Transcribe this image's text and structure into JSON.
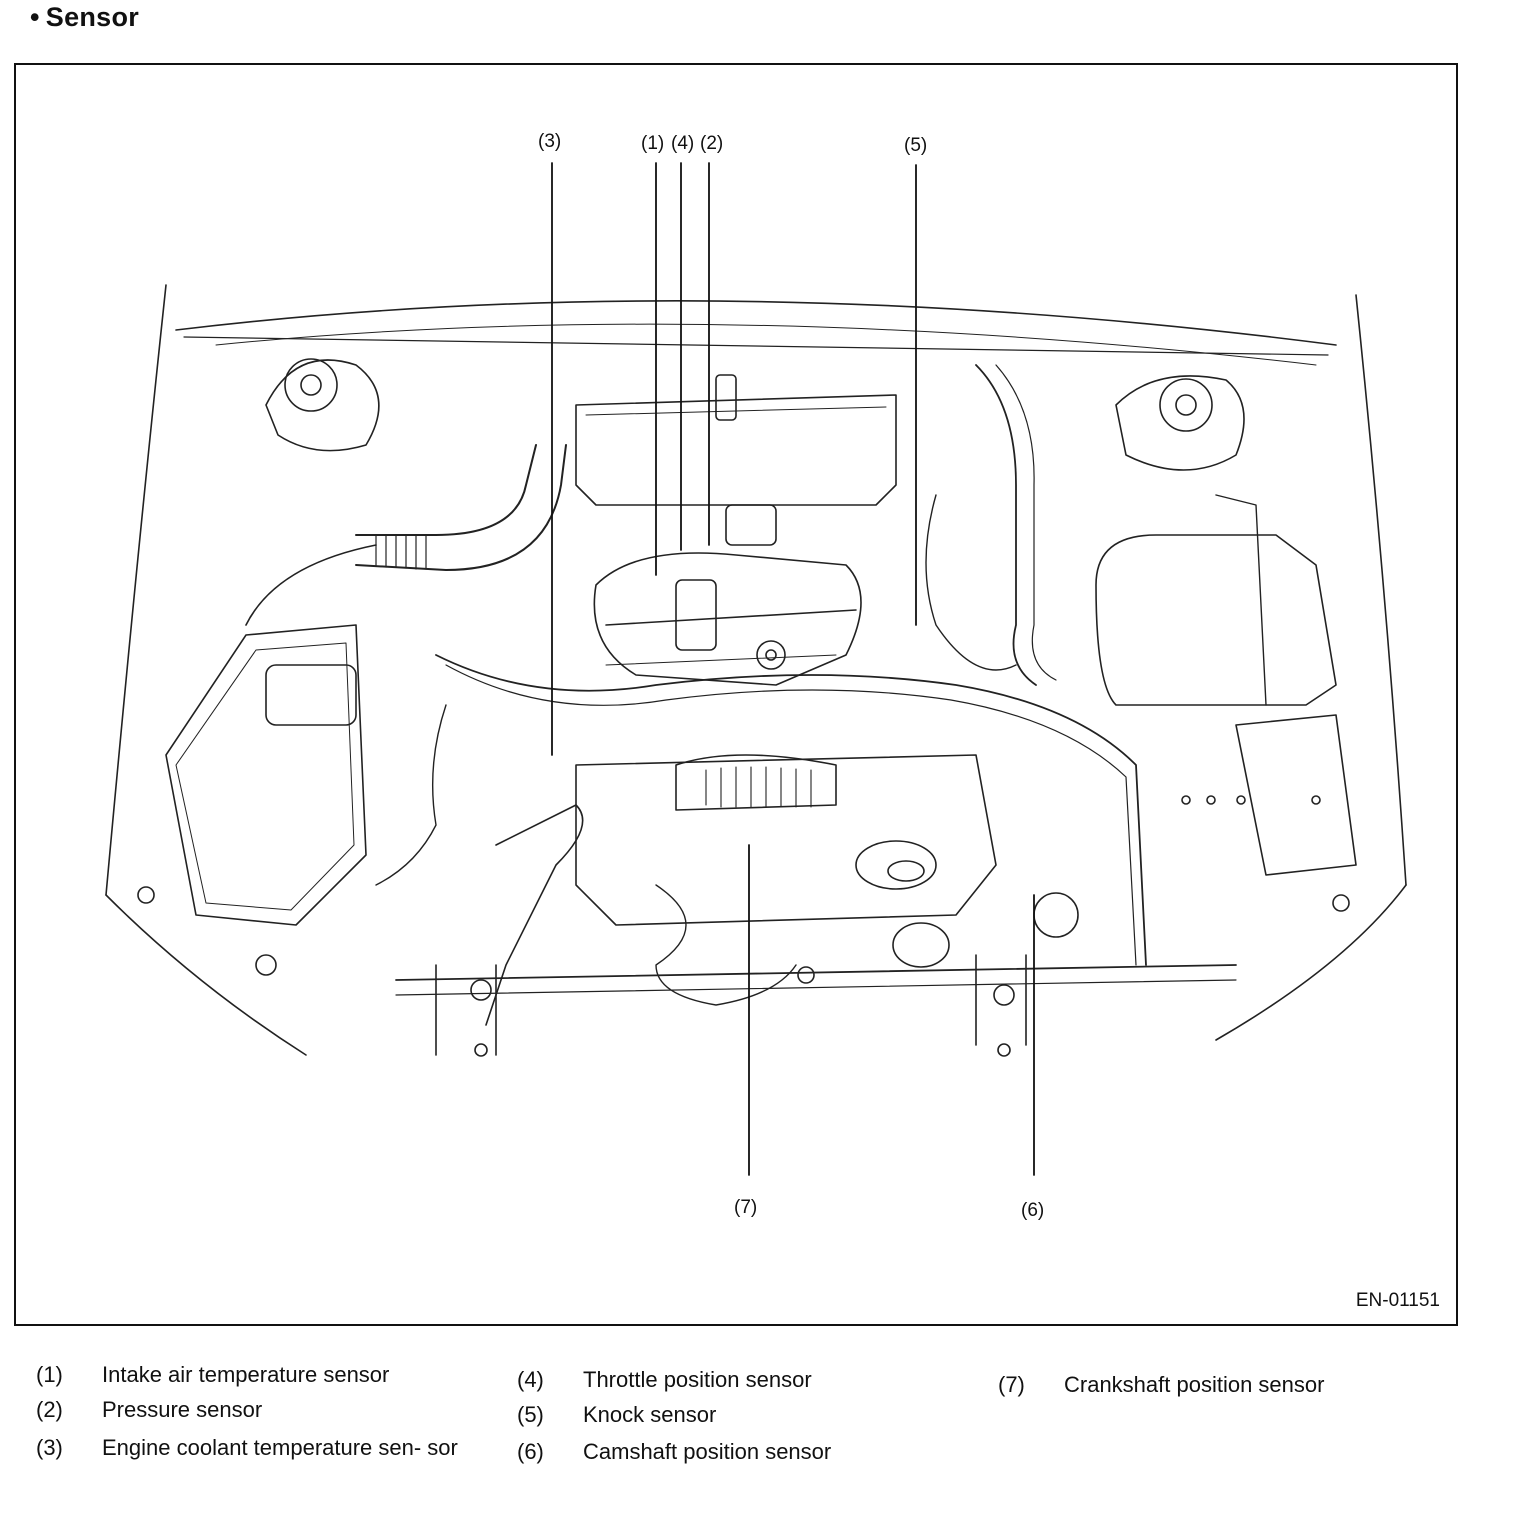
{
  "heading": {
    "bullet": "•",
    "title": "Sensor"
  },
  "figure": {
    "id": "EN-01151",
    "callouts": [
      "(3)",
      "(1)",
      "(4)",
      "(2)",
      "(5)",
      "(7)",
      "(6)"
    ]
  },
  "legend": [
    {
      "num": "(1)",
      "label": "Intake air temperature sensor"
    },
    {
      "num": "(2)",
      "label": "Pressure sensor"
    },
    {
      "num": "(3)",
      "label": "Engine coolant temperature sen- sor"
    },
    {
      "num": "(4)",
      "label": "Throttle position sensor"
    },
    {
      "num": "(5)",
      "label": "Knock sensor"
    },
    {
      "num": "(6)",
      "label": "Camshaft position sensor"
    },
    {
      "num": "(7)",
      "label": "Crankshaft position sensor"
    }
  ]
}
